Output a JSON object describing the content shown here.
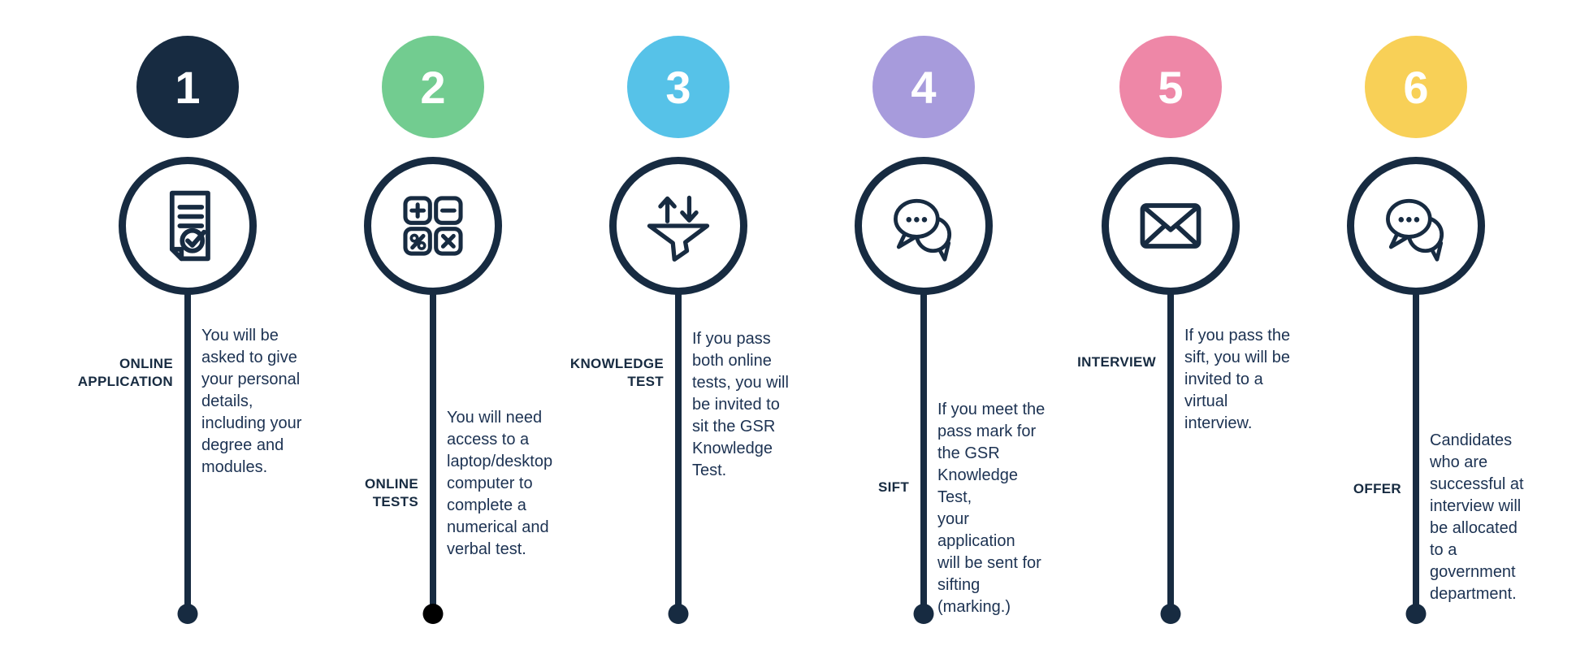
{
  "colors": {
    "navy": "#172b41",
    "text_navy": "#1c3252",
    "background": "#ffffff",
    "step1_circle": "#172b41",
    "step2_circle": "#72cc90",
    "step3_circle": "#56c2e8",
    "step4_circle": "#a79bdc",
    "step5_circle": "#ee87a7",
    "step6_circle": "#f8d057"
  },
  "steps": [
    {
      "number": "1",
      "circle_color": "#172b41",
      "icon": "document-check-icon",
      "label": "ONLINE\nAPPLICATION",
      "description": "You will be\nasked to give\nyour personal\ndetails,\nincluding your\ndegree and\nmodules.",
      "dot_color": "#172b41"
    },
    {
      "number": "2",
      "circle_color": "#72cc90",
      "icon": "math-operations-icon",
      "label": "ONLINE\nTESTS",
      "description": "You will need\naccess to a\nlaptop/desktop\ncomputer to\ncomplete a\nnumerical and\nverbal test.",
      "dot_color": "#000000"
    },
    {
      "number": "3",
      "circle_color": "#56c2e8",
      "icon": "funnel-sort-icon",
      "label": "KNOWLEDGE\nTEST",
      "description": "If you pass\nboth online\ntests, you will\nbe invited to\nsit the GSR\nKnowledge\nTest.",
      "dot_color": "#172b41"
    },
    {
      "number": "4",
      "circle_color": "#a79bdc",
      "icon": "chat-bubbles-icon",
      "label": "SIFT",
      "description": "If you meet the\npass mark for\nthe GSR\nKnowledge Test,\nyour application\nwill be sent for\nsifting\n(marking.)",
      "dot_color": "#172b41"
    },
    {
      "number": "5",
      "circle_color": "#ee87a7",
      "icon": "envelope-icon",
      "label": "INTERVIEW",
      "description": "If you pass the\nsift, you will be\ninvited to a\nvirtual\ninterview.",
      "dot_color": "#172b41"
    },
    {
      "number": "6",
      "circle_color": "#f8d057",
      "icon": "chat-bubbles-icon",
      "label": "OFFER",
      "description": "Candidates\nwho are\nsuccessful at\ninterview will\nbe allocated\nto a\ngovernment\ndepartment.",
      "dot_color": "#172b41"
    }
  ]
}
